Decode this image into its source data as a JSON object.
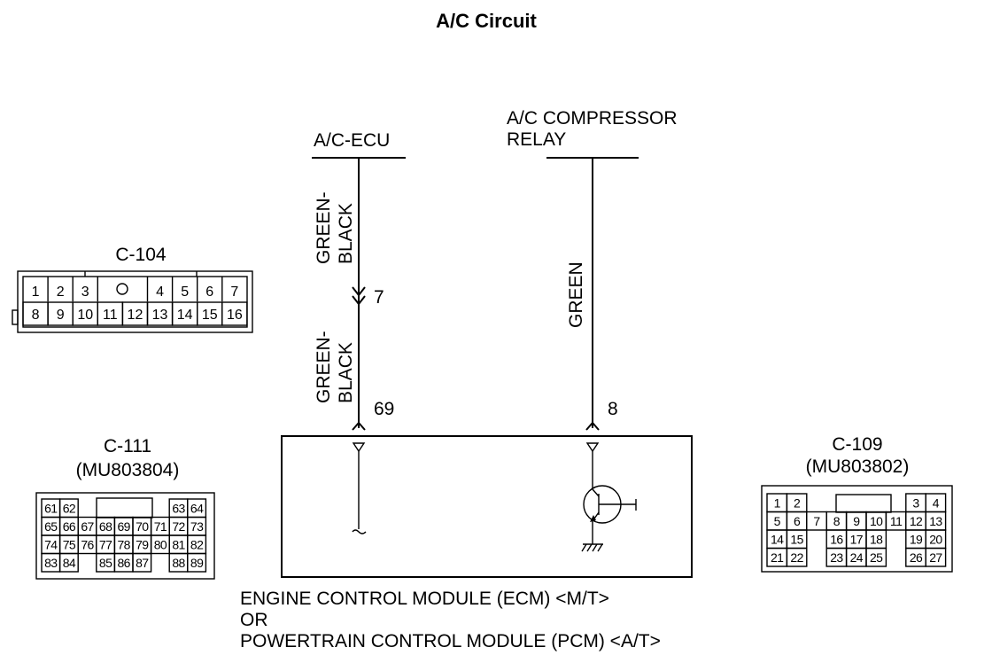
{
  "title": "A/C Circuit",
  "components": {
    "ecu_label": "A/C-ECU",
    "relay_label_line1": "A/C COMPRESSOR",
    "relay_label_line2": "RELAY"
  },
  "wires": {
    "ecu_upper_line1": "GREEN-",
    "ecu_upper_line2": "BLACK",
    "ecu_lower_line1": "GREEN-",
    "ecu_lower_line2": "BLACK",
    "relay_color": "GREEN",
    "junction_pin": "7",
    "ecm_pin_ecu": "69",
    "ecm_pin_relay": "8"
  },
  "module": {
    "line1": "ENGINE CONTROL MODULE (ECM) <M/T>",
    "line2": "OR",
    "line3": "POWERTRAIN CONTROL MODULE (PCM) <A/T>"
  },
  "connectors": {
    "c104": {
      "name": "C-104",
      "row1": [
        "1",
        "2",
        "3",
        "4",
        "5",
        "6",
        "7"
      ],
      "row2": [
        "8",
        "9",
        "10",
        "11",
        "12",
        "13",
        "14",
        "15",
        "16"
      ]
    },
    "c111": {
      "name": "C-111",
      "part": "(MU803804)",
      "rows": [
        [
          "61",
          "62",
          "63",
          "64"
        ],
        [
          "65",
          "66",
          "67",
          "68",
          "69",
          "70",
          "71",
          "72",
          "73"
        ],
        [
          "74",
          "75",
          "76",
          "77",
          "78",
          "79",
          "80",
          "81",
          "82"
        ],
        [
          "83",
          "84",
          "85",
          "86",
          "87",
          "88",
          "89"
        ]
      ]
    },
    "c109": {
      "name": "C-109",
      "part": "(MU803802)",
      "rows": [
        [
          "1",
          "2",
          "3",
          "4"
        ],
        [
          "5",
          "6",
          "7",
          "8",
          "9",
          "10",
          "11",
          "12",
          "13"
        ],
        [
          "14",
          "15",
          "16",
          "17",
          "18",
          "19",
          "20"
        ],
        [
          "21",
          "22",
          "23",
          "24",
          "25",
          "26",
          "27"
        ]
      ]
    }
  }
}
